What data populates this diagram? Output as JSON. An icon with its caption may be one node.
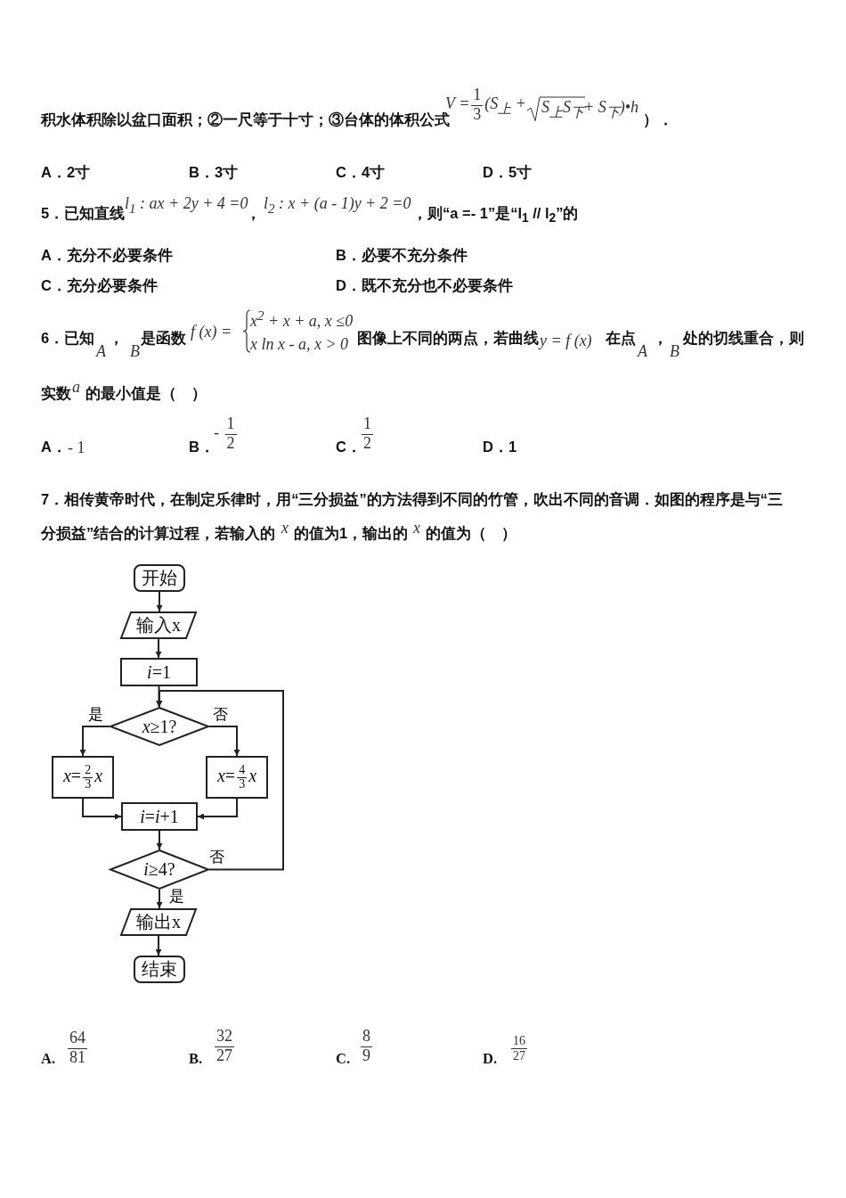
{
  "diagram": {
    "nodes": [
      {
        "text": [
          "开始"
        ]
      },
      {
        "text": [
          "输入x"
        ]
      },
      {
        "text": [
          "*i*=1"
        ]
      },
      {
        "text": [
          "*x*≥1?"
        ]
      },
      {
        "text": [
          "*x*=$^{2}$$_{3}$*x*"
        ]
      },
      {
        "text": [
          "*x*=$^{4}$$_{3}$*x*"
        ]
      },
      {
        "text": [
          "*i*=*i*+1"
        ]
      },
      {
        "text": [
          "*i*≥4?"
        ]
      },
      {
        "text": [
          "输出x"
        ]
      },
      {
        "text": [
          "结束"
        ]
      }
    ],
    "edges": [
      {
        "from": 0,
        "to": 1,
        "arrow": "to"
      },
      {
        "from": 1,
        "to": 2,
        "arrow": "to"
      },
      {
        "from": 2,
        "to": 3,
        "arrow": "to"
      },
      {
        "from": 3,
        "to": 4,
        "arrow": "to",
        "label": "是"
      },
      {
        "from": 3,
        "to": 5,
        "arrow": "to",
        "label": "否"
      },
      {
        "from": 4,
        "to": 6,
        "arrow": "to"
      },
      {
        "from": 5,
        "to": 6,
        "arrow": "to"
      },
      {
        "from": 6,
        "to": 7,
        "arrow": "to"
      },
      {
        "from": 7,
        "to": 3,
        "arrow": "to",
        "label": "否"
      },
      {
        "from": 7,
        "to": 8,
        "arrow": "to",
        "label": "是"
      },
      {
        "from": 8,
        "to": 9,
        "arrow": "to"
      }
    ],
    "labels": [
      "积水体积除以盆口面积；②一尺等于十寸；③台体的体积公式",
      "V =$^{1}$$_{3}$(S$_{上}$ +",
      "S$_{上}$S$_{下}$",
      "+ S$_{下}$)•h",
      "）．",
      "A．2寸",
      "B．3寸",
      "C．4寸",
      "D．5寸",
      "5．已知直线",
      "l$_{1}$ : ax + 2y + 4 =0",
      "，",
      "l$_{2}$ : x + (a - 1)y + 2 =0",
      "，则“a =- 1”是“l$_{1}$ // l$_{2}$”的",
      "A．充分不必要条件",
      "B．必要不充分条件",
      "C．充分必要条件",
      "D．既不充分也不必要条件",
      "6．已知",
      "A",
      "，",
      "B",
      "是函数",
      "f (x) =",
      "x$^{2}$ + x + a, x ≤0",
      "x ln x - a, x > 0",
      "图像上不同的两点，若曲线",
      "y = f (x)",
      "在点",
      "A",
      "，",
      "B",
      "处的切线重合，则",
      "实数",
      "a",
      "的最小值是（　）",
      "A．",
      "- 1",
      "B．",
      "- $^{1}$$_{2}$",
      "C．",
      "$^{1}$$_{2}$",
      "D．1",
      "7．相传黄帝时代，在制定乐律时，用“三分损益”的方法得到不同的竹管，吹出不同的音调．如图的程序是与“三",
      "分损益”结合的计算过程，若输入的",
      "x",
      "的值为1，输出的",
      "x",
      "的值为（　）",
      "A.",
      "$^{64}$$_{81}$",
      "B.",
      "$^{32}$$_{27}$",
      "C.",
      "$^{8}$$_{9}$",
      "D.",
      "$^{16}$$_{27}$"
    ]
  }
}
